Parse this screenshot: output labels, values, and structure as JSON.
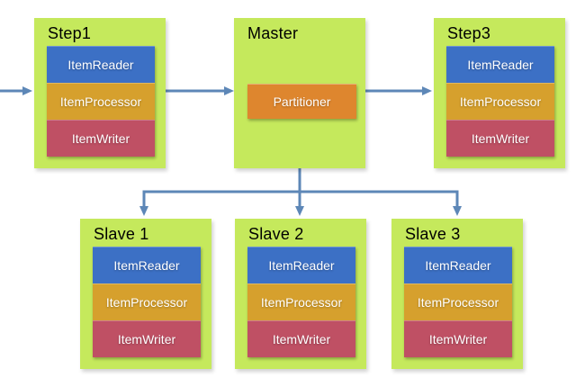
{
  "diagram": {
    "type": "flow-diagram",
    "background": "#ffffff",
    "colors": {
      "node_fill": "#c5e95c",
      "item_reader": "#3c70c5",
      "item_processor": "#d6a02d",
      "item_writer": "#bf5064",
      "partitioner": "#de862e",
      "arrow": "#5d87b7",
      "title_text": "#000000",
      "component_text": "#ffffff"
    },
    "nodes": [
      {
        "id": "step1",
        "title": "Step1",
        "components": [
          "ItemReader",
          "ItemProcessor",
          "ItemWriter"
        ]
      },
      {
        "id": "master",
        "title": "Master",
        "components": [
          "Partitioner"
        ]
      },
      {
        "id": "step3",
        "title": "Step3",
        "components": [
          "ItemReader",
          "ItemProcessor",
          "ItemWriter"
        ]
      },
      {
        "id": "slave1",
        "title": "Slave 1",
        "components": [
          "ItemReader",
          "ItemProcessor",
          "ItemWriter"
        ]
      },
      {
        "id": "slave2",
        "title": "Slave 2",
        "components": [
          "ItemReader",
          "ItemProcessor",
          "ItemWriter"
        ]
      },
      {
        "id": "slave3",
        "title": "Slave 3",
        "components": [
          "ItemReader",
          "ItemProcessor",
          "ItemWriter"
        ]
      }
    ],
    "connections": [
      {
        "from": "(external)",
        "to": "Step1"
      },
      {
        "from": "Step1",
        "to": "Master"
      },
      {
        "from": "Master",
        "to": "Step3"
      },
      {
        "from": "Master",
        "to": "Slave 1"
      },
      {
        "from": "Master",
        "to": "Slave 2"
      },
      {
        "from": "Master",
        "to": "Slave 3"
      }
    ]
  }
}
